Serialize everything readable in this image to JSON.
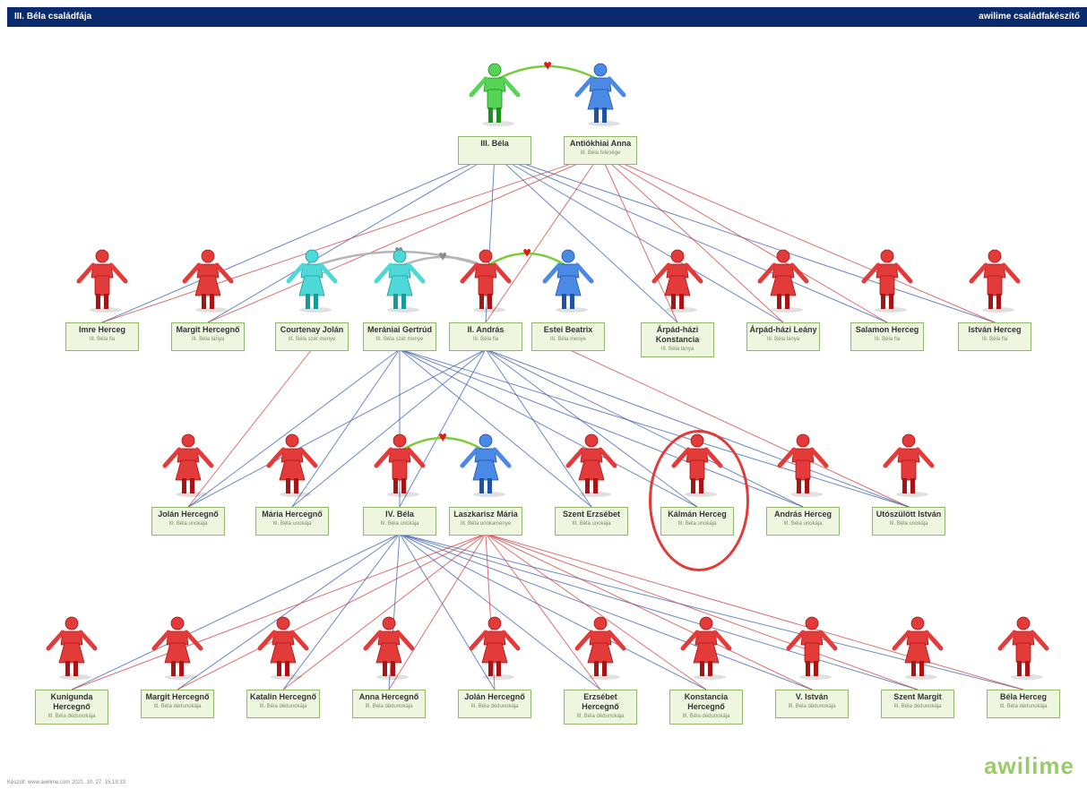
{
  "header": {
    "title": "III. Béla családfája",
    "brand": "awilime családfakészítő"
  },
  "footer": {
    "credit": "Készült: www.awilime.com 2021. 10. 27. 15:19:33"
  },
  "logo": "awilime",
  "colors": {
    "header": "#0a2a6e",
    "male_root": "#3fbf3f",
    "female": "#d22b2b",
    "spouse": "#2f6fd1",
    "in_law": "#33c6c6",
    "box_fill": "#eef6df",
    "box_border": "#8fb86a",
    "highlight": "#e23a3a"
  },
  "people": [
    {
      "id": "bela3",
      "name": "III. Béla",
      "role": "",
      "color": "green",
      "gender": "m"
    },
    {
      "id": "anna",
      "name": "Antiókhiai Anna",
      "role": "III. Béla felesége",
      "color": "blue",
      "gender": "f"
    },
    {
      "id": "imre",
      "name": "Imre Herceg",
      "role": "III. Béla fia",
      "color": "red",
      "gender": "m"
    },
    {
      "id": "margit1",
      "name": "Margit Hercegnő",
      "role": "III. Béla lánya",
      "color": "red",
      "gender": "f"
    },
    {
      "id": "courtenay",
      "name": "Courtenay Jolán",
      "role": "III. Béla szét menye",
      "color": "teal",
      "gender": "f"
    },
    {
      "id": "merani",
      "name": "Merániai Gertrúd",
      "role": "III. Béla szét menye",
      "color": "teal",
      "gender": "f"
    },
    {
      "id": "andras2",
      "name": "II. András",
      "role": "III. Béla fia",
      "color": "red",
      "gender": "m"
    },
    {
      "id": "beatrix",
      "name": "Estei Beatrix",
      "role": "III. Béla menye",
      "color": "blue",
      "gender": "f"
    },
    {
      "id": "konstancia1",
      "name": "Árpád-házi Konstancia",
      "role": "III. Béla lánya",
      "color": "red",
      "gender": "f"
    },
    {
      "id": "leany",
      "name": "Árpád-házi Leány",
      "role": "III. Béla lánya",
      "color": "red",
      "gender": "f"
    },
    {
      "id": "salamon",
      "name": "Salamon Herceg",
      "role": "III. Béla fia",
      "color": "red",
      "gender": "m"
    },
    {
      "id": "istvan1",
      "name": "István Herceg",
      "role": "III. Béla fia",
      "color": "red",
      "gender": "m"
    },
    {
      "id": "jolan1",
      "name": "Jolán Hercegnő",
      "role": "III. Béla unokája",
      "color": "red",
      "gender": "f"
    },
    {
      "id": "maria1",
      "name": "Mária Hercegnő",
      "role": "III. Béla unokája",
      "color": "red",
      "gender": "f"
    },
    {
      "id": "bela4",
      "name": "IV. Béla",
      "role": "III. Béla unokája",
      "color": "red",
      "gender": "m"
    },
    {
      "id": "laszkarisz",
      "name": "Laszkarisz Mária",
      "role": "III. Béla unokamenye",
      "color": "blue",
      "gender": "f"
    },
    {
      "id": "erzsebet1",
      "name": "Szent Erzsébet",
      "role": "III. Béla unokája",
      "color": "red",
      "gender": "f"
    },
    {
      "id": "kalman",
      "name": "Kálmán Herceg",
      "role": "III. Béla unokája",
      "color": "red",
      "gender": "m"
    },
    {
      "id": "andras3",
      "name": "András Herceg",
      "role": "III. Béla unokája",
      "color": "red",
      "gender": "m"
    },
    {
      "id": "utoszulott",
      "name": "Utószülött István",
      "role": "III. Béla unokája",
      "color": "red",
      "gender": "m"
    },
    {
      "id": "kunigunda",
      "name": "Kunigunda Hercegnő",
      "role": "III. Béla dédunokája",
      "color": "red",
      "gender": "f"
    },
    {
      "id": "margit2",
      "name": "Margit Hercegnő",
      "role": "III. Béla dédunokája",
      "color": "red",
      "gender": "f"
    },
    {
      "id": "katalin",
      "name": "Katalin Hercegnő",
      "role": "III. Béla dédunokája",
      "color": "red",
      "gender": "f"
    },
    {
      "id": "anna2",
      "name": "Anna Hercegnő",
      "role": "III. Béla dédunokája",
      "color": "red",
      "gender": "f"
    },
    {
      "id": "jolan2",
      "name": "Jolán Hercegnő",
      "role": "III. Béla dédunokája",
      "color": "red",
      "gender": "f"
    },
    {
      "id": "erzsebet2",
      "name": "Erzsébet Hercegnő",
      "role": "III. Béla dédunokája",
      "color": "red",
      "gender": "f"
    },
    {
      "id": "konstancia2",
      "name": "Konstancia Hercegnő",
      "role": "III. Béla dédunokája",
      "color": "red",
      "gender": "f"
    },
    {
      "id": "istvan5",
      "name": "V. István",
      "role": "III. Béla dédunokája",
      "color": "red",
      "gender": "m"
    },
    {
      "id": "margit3",
      "name": "Szent Margit",
      "role": "III. Béla dédunokája",
      "color": "red",
      "gender": "f"
    },
    {
      "id": "bela_herceg",
      "name": "Béla Herceg",
      "role": "III. Béla dédunokája",
      "color": "red",
      "gender": "m"
    }
  ],
  "marriages": [
    {
      "a": "bela3",
      "b": "anna",
      "heart": "red"
    },
    {
      "a": "andras2",
      "b": "beatrix",
      "heart": "red"
    },
    {
      "a": "courtenay",
      "b": "andras2",
      "heart": "grey"
    },
    {
      "a": "merani",
      "b": "andras2",
      "heart": "grey"
    },
    {
      "a": "bela4",
      "b": "laszkarisz",
      "heart": "red"
    }
  ],
  "highlighted": "kalman"
}
